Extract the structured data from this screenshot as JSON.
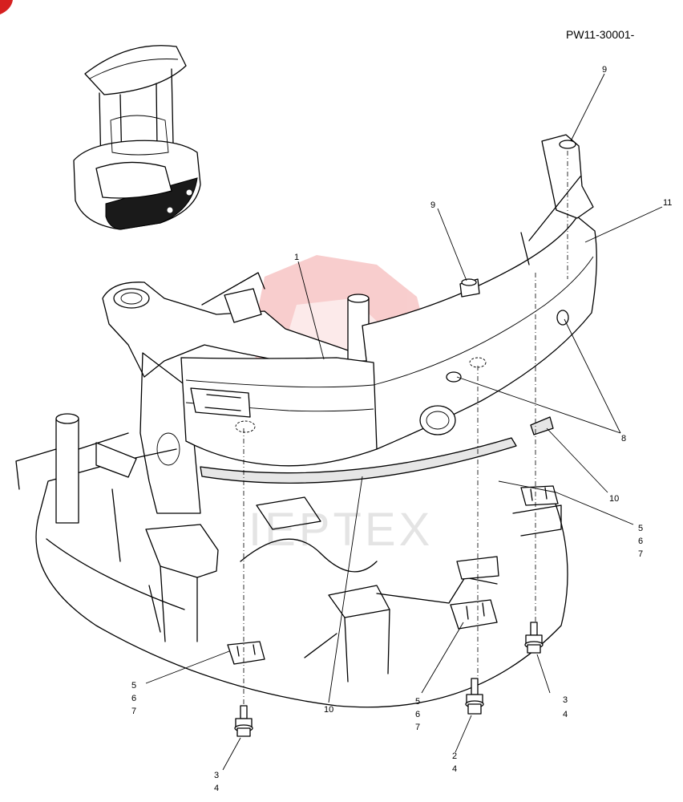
{
  "document_number": "PW11-30001-",
  "watermark_text": "IEPTEX",
  "callouts": {
    "c1": "1",
    "c9_top": "9",
    "c9_mid": "9",
    "c11": "11",
    "c8": "8",
    "c10_right": "10",
    "c10_bottom": "10",
    "c567_right": [
      "5",
      "6",
      "7"
    ],
    "c567_left": [
      "5",
      "6",
      "7"
    ],
    "c567_center": [
      "5",
      "6",
      "7"
    ],
    "c34_right": [
      "3",
      "4"
    ],
    "c24_center": [
      "2",
      "4"
    ],
    "c34_left": [
      "3",
      "4"
    ]
  },
  "colors": {
    "watermark_logo": "#f3a6a6",
    "line": "#000000"
  }
}
